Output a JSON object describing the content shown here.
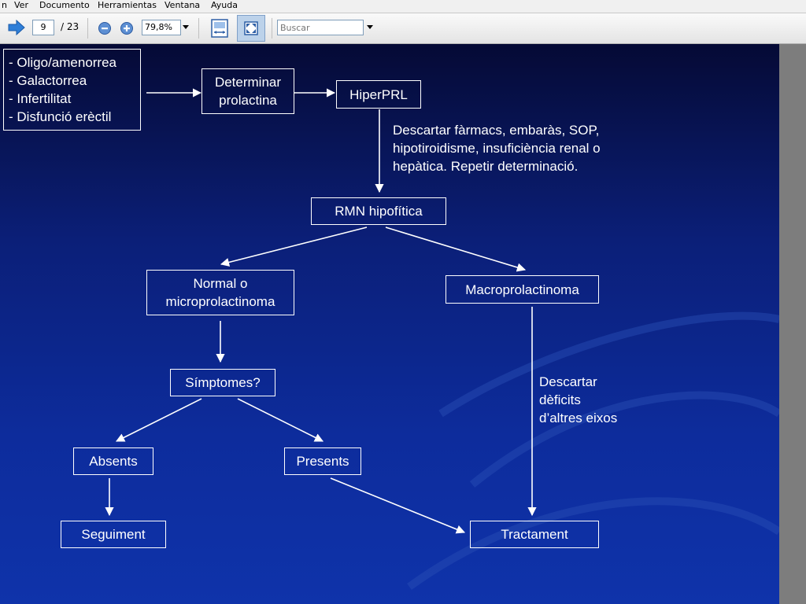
{
  "menu": [
    "n",
    "Ver",
    "Documento",
    "Herramientas",
    "Ventana",
    "Ayuda"
  ],
  "toolbar": {
    "page_current": "9",
    "page_total": "/ 23",
    "zoom": "79,8%",
    "search_placeholder": "Buscar"
  },
  "flowchart": {
    "symptoms": "- Oligo/amenorrea\n- Galactorrea\n- Infertilitat\n- Disfunció erèctil",
    "determine": "Determinar\nprolactina",
    "hiperprl": "HiperPRL",
    "rule_out_causes": "Descartar fàrmacs, embaràs, SOP,\nhipotiroidisme, insuficiència renal o\nhepàtica. Repetir determinació.",
    "mri": "RMN hipofítica",
    "normal": "Normal o\nmicroprolactinoma",
    "macro": "Macroprolactinoma",
    "symptoms_q": "Símptomes?",
    "absents": "Absents",
    "presents": "Presents",
    "followup": "Seguiment",
    "treatment": "Tractament",
    "rule_out_deficits": "Descartar\ndèficits\nd’altres eixos"
  }
}
